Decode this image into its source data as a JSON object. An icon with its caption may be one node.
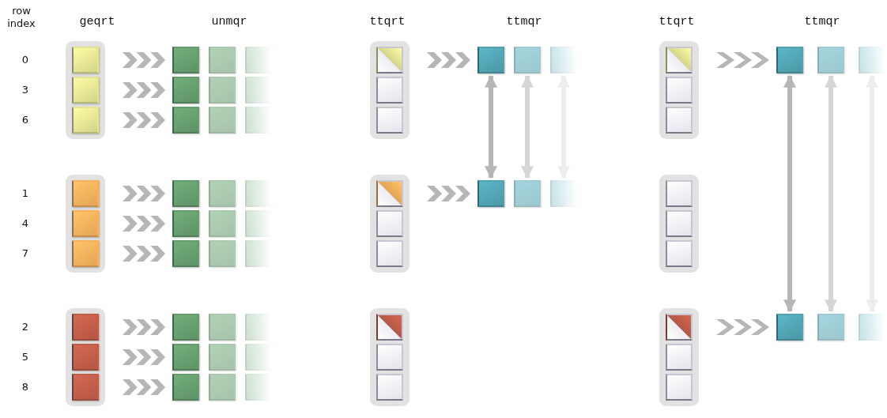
{
  "diagram": {
    "nodes": [
      {
        "text": [],
        "shape": "box"
      },
      {
        "text": [],
        "shape": "box",
        "in": 0
      },
      {
        "text": [],
        "shape": "box",
        "in": 0
      },
      {
        "text": [],
        "shape": "box",
        "in": 0
      },
      {
        "text": [],
        "shape": "box"
      },
      {
        "text": [],
        "shape": "box"
      },
      {
        "text": [],
        "shape": "box"
      },
      {
        "text": [],
        "shape": "box"
      },
      {
        "text": [],
        "shape": "box"
      },
      {
        "text": [],
        "shape": "box"
      },
      {
        "text": [],
        "shape": "box"
      },
      {
        "text": [],
        "shape": "box"
      },
      {
        "text": [],
        "shape": "box"
      },
      {
        "text": [],
        "shape": "box"
      },
      {
        "text": [],
        "shape": "box",
        "in": 13
      },
      {
        "text": [],
        "shape": "box",
        "in": 13
      },
      {
        "text": [],
        "shape": "box",
        "in": 13
      },
      {
        "text": [],
        "shape": "box"
      },
      {
        "text": [],
        "shape": "box"
      },
      {
        "text": [],
        "shape": "box"
      },
      {
        "text": [],
        "shape": "box"
      },
      {
        "text": [],
        "shape": "box"
      },
      {
        "text": [],
        "shape": "box"
      },
      {
        "text": [],
        "shape": "box"
      },
      {
        "text": [],
        "shape": "box"
      },
      {
        "text": [],
        "shape": "box"
      },
      {
        "text": [],
        "shape": "box"
      },
      {
        "text": [],
        "shape": "box",
        "in": 26
      },
      {
        "text": [],
        "shape": "box",
        "in": 26
      },
      {
        "text": [],
        "shape": "box",
        "in": 26
      },
      {
        "text": [],
        "shape": "box"
      },
      {
        "text": [],
        "shape": "box"
      },
      {
        "text": [],
        "shape": "box"
      },
      {
        "text": [],
        "shape": "box"
      },
      {
        "text": [],
        "shape": "box"
      },
      {
        "text": [],
        "shape": "box"
      },
      {
        "text": [],
        "shape": "box"
      },
      {
        "text": [],
        "shape": "box"
      },
      {
        "text": [],
        "shape": "box"
      },
      {
        "text": [],
        "shape": "box"
      },
      {
        "text": [],
        "shape": "box",
        "in": 39
      },
      {
        "text": [],
        "shape": "box",
        "in": 39
      },
      {
        "text": [],
        "shape": "box",
        "in": 39
      },
      {
        "text": [],
        "shape": "box"
      },
      {
        "text": [],
        "shape": "box"
      },
      {
        "text": [],
        "shape": "box"
      },
      {
        "text": [],
        "shape": "box"
      },
      {
        "text": [],
        "shape": "box",
        "in": 46
      },
      {
        "text": [],
        "shape": "box",
        "in": 46
      },
      {
        "text": [],
        "shape": "box",
        "in": 46
      },
      {
        "text": [],
        "shape": "box"
      },
      {
        "text": [],
        "shape": "box"
      },
      {
        "text": [],
        "shape": "box"
      },
      {
        "text": [],
        "shape": "box"
      },
      {
        "text": [],
        "shape": "box",
        "in": 53
      },
      {
        "text": [],
        "shape": "box",
        "in": 53
      },
      {
        "text": [],
        "shape": "box",
        "in": 53
      },
      {
        "text": [],
        "shape": "box"
      },
      {
        "text": [],
        "shape": "box",
        "in": 57
      },
      {
        "text": [],
        "shape": "box",
        "in": 57
      },
      {
        "text": [],
        "shape": "box",
        "in": 57
      },
      {
        "text": [],
        "shape": "box"
      },
      {
        "text": [],
        "shape": "box"
      },
      {
        "text": [],
        "shape": "box"
      },
      {
        "text": [],
        "shape": "box"
      },
      {
        "text": [],
        "shape": "box",
        "in": 64
      },
      {
        "text": [],
        "shape": "box",
        "in": 64
      },
      {
        "text": [],
        "shape": "box",
        "in": 64
      },
      {
        "text": [],
        "shape": "box"
      },
      {
        "text": [],
        "shape": "box",
        "in": 68
      },
      {
        "text": [],
        "shape": "box",
        "in": 68
      },
      {
        "text": [],
        "shape": "box",
        "in": 68
      },
      {
        "text": [],
        "shape": "box"
      },
      {
        "text": [],
        "shape": "box"
      },
      {
        "text": [],
        "shape": "box"
      }
    ],
    "edges": [
      {
        "from": 1,
        "to": 4,
        "arrow": "to"
      },
      {
        "from": 2,
        "to": 7,
        "arrow": "to"
      },
      {
        "from": 3,
        "to": 10,
        "arrow": "to"
      },
      {
        "from": 14,
        "to": 17,
        "arrow": "to"
      },
      {
        "from": 15,
        "to": 20,
        "arrow": "to"
      },
      {
        "from": 16,
        "to": 23,
        "arrow": "to"
      },
      {
        "from": 27,
        "to": 30,
        "arrow": "to"
      },
      {
        "from": 28,
        "to": 33,
        "arrow": "to"
      },
      {
        "from": 29,
        "to": 36,
        "arrow": "to"
      },
      {
        "from": 40,
        "to": 43,
        "arrow": "to"
      },
      {
        "from": 47,
        "to": 50,
        "arrow": "to"
      },
      {
        "from": 43,
        "to": 50,
        "arrow": "both"
      },
      {
        "from": 44,
        "to": 51,
        "arrow": "both",
        "color": "#d6d6d6"
      },
      {
        "from": 45,
        "to": 52,
        "arrow": "both",
        "color": "#ededed"
      },
      {
        "from": 58,
        "to": 61,
        "arrow": "to"
      },
      {
        "from": 69,
        "to": 72,
        "arrow": "to"
      },
      {
        "from": 61,
        "to": 72,
        "arrow": "both"
      },
      {
        "from": 62,
        "to": 73,
        "arrow": "both",
        "color": "#d6d6d6"
      },
      {
        "from": 63,
        "to": 74,
        "arrow": "both",
        "color": "#ededed"
      }
    ],
    "labels": [
      "row index",
      "geqrt",
      "unmqr",
      "ttqrt",
      "ttmqr",
      "ttqrt",
      "ttmqr",
      "0",
      "3",
      "6",
      "1",
      "4",
      "7",
      "2",
      "5",
      "8"
    ]
  }
}
